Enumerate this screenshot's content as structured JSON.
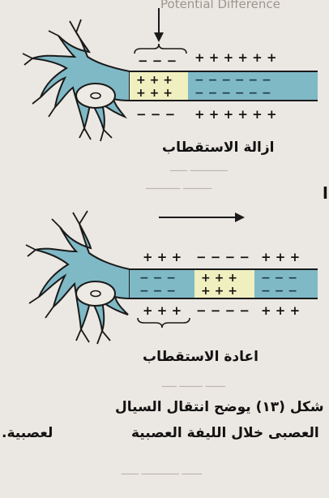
{
  "header_fragment": "Potential Difference",
  "top_diagram": {
    "label": "ازالة الاستقطاب",
    "top_charges": [
      "− − −",
      "+ + + + + +"
    ],
    "inside_charges": [
      "+ + +",
      "+ + +",
      "− − − − − −",
      "− − − − − −"
    ],
    "bottom_charges": [
      "− − −",
      "+ + + + + +"
    ]
  },
  "bottom_diagram": {
    "label": "اعادة الاستقطاب",
    "top_charges": [
      "+ + +",
      "− − − −",
      "+ + +"
    ],
    "inside_charges": [
      "− − −",
      "− − −",
      "+ + +",
      "+ + +",
      "− − −",
      "− − −"
    ],
    "bottom_charges": [
      "+ + +",
      "− − − −",
      "+ + +"
    ]
  },
  "caption": {
    "line1": "شكل (١٣) يوضح انتقال السيال",
    "line2": "العصبى خلال الليفة العصبية",
    "left_fragment": "لعصبية."
  },
  "colors": {
    "cell_body": "#7fb9c6",
    "depolarized_zone": "#efefc0",
    "outline": "#1a1a1a",
    "nucleus": "#eceae3"
  }
}
